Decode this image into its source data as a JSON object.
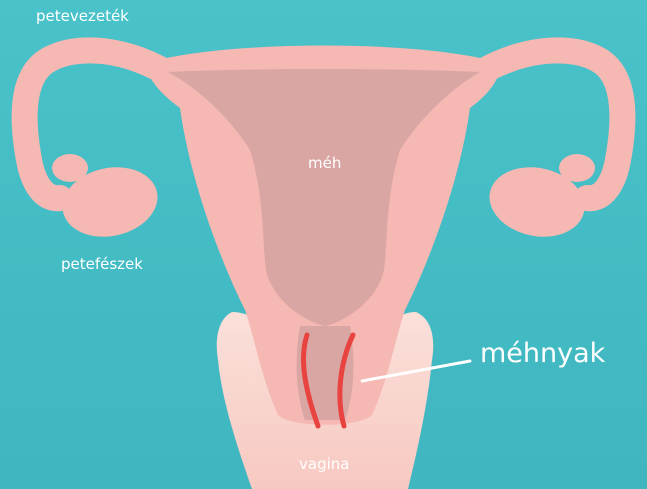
{
  "colors": {
    "background_top": "#49c2c9",
    "background_bottom": "#3fb6c0",
    "organ": "#f5b8b3",
    "cavity": "#d9a6a4",
    "vagina": "#fad8d2",
    "cervix_outline": "#e8433f",
    "label_text": "#ffffff"
  },
  "labels": {
    "fallopian_tube": "petevezeték",
    "uterus": "méh",
    "ovary": "petefészek",
    "cervix": "méhnyak",
    "vagina": "vagina"
  }
}
